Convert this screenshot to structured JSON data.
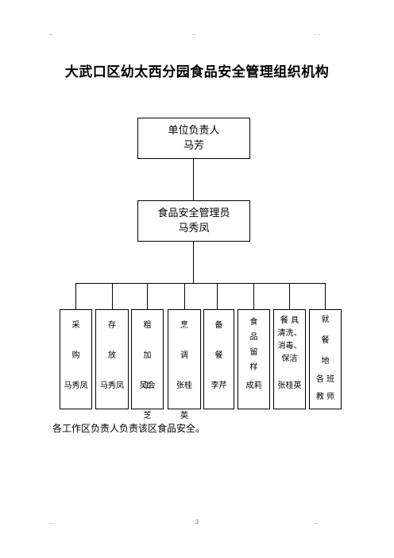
{
  "header": {
    "dots_left": "..",
    "dots_center": "..",
    "dots_right": ". ."
  },
  "title": "大武口区幼太西分园食品安全管理组织机构",
  "head": {
    "line1": "单位负责人",
    "line2": "马芳"
  },
  "manager": {
    "line1": "食品安全管理员",
    "line2": "马秀凤"
  },
  "departments": [
    {
      "name": "采\n\n购",
      "person": "马秀凤"
    },
    {
      "name": "存\n\n放",
      "person": "马秀凤"
    },
    {
      "name": "粗\n\n加\n\n工",
      "person": "吴会\n\n芝"
    },
    {
      "name": "烹\n\n调",
      "person": "张桂\n\n英"
    },
    {
      "name": "备\n\n餐",
      "person": "李芹"
    },
    {
      "name": "食\n品\n留\n样",
      "person": "成莉"
    },
    {
      "name": "餐 具\n清洗、\n消毒、\n保洁",
      "person": "张桂英"
    },
    {
      "name": "就\n\n餐\n\n地",
      "person": "各 班\n\n教 师"
    }
  ],
  "note": "各工作区负责人负责该区食品安全。",
  "footer": {
    "dots_left": "..",
    "page_number": "3",
    "dots_right": ".."
  }
}
